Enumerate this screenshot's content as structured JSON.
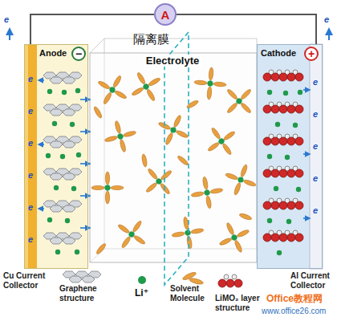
{
  "diagram": {
    "nodes": [
      {
        "text": [
          "A"
        ]
      },
      {
        "text": [
          "Anode"
        ]
      },
      {
        "text": [
          "−"
        ],
        "in": 1
      },
      {
        "text": [
          "Electrolyte"
        ]
      },
      {
        "text": [
          "Cathode"
        ]
      },
      {
        "text": [
          "+"
        ],
        "in": 4
      }
    ],
    "edges": [
      {
        "from": 1,
        "to": 0,
        "arrow": "none"
      },
      {
        "from": 0,
        "to": 4,
        "arrow": "none"
      }
    ],
    "labels": [
      "隔离膜",
      "e",
      "e",
      "e",
      "e",
      "e",
      "e",
      "e",
      "e",
      "e",
      "e",
      "e",
      "e",
      "e",
      "Cu Current Collector",
      "Al Current Collector",
      "Office教程网",
      "www.office26.com"
    ],
    "legend": [
      {
        "text": "Graphene structure"
      },
      {
        "text": "Li⁺",
        "color": "#1f9a4a"
      },
      {
        "text": "Solvent Molecule"
      },
      {
        "text": "LiMO₂ layer structure"
      }
    ]
  }
}
